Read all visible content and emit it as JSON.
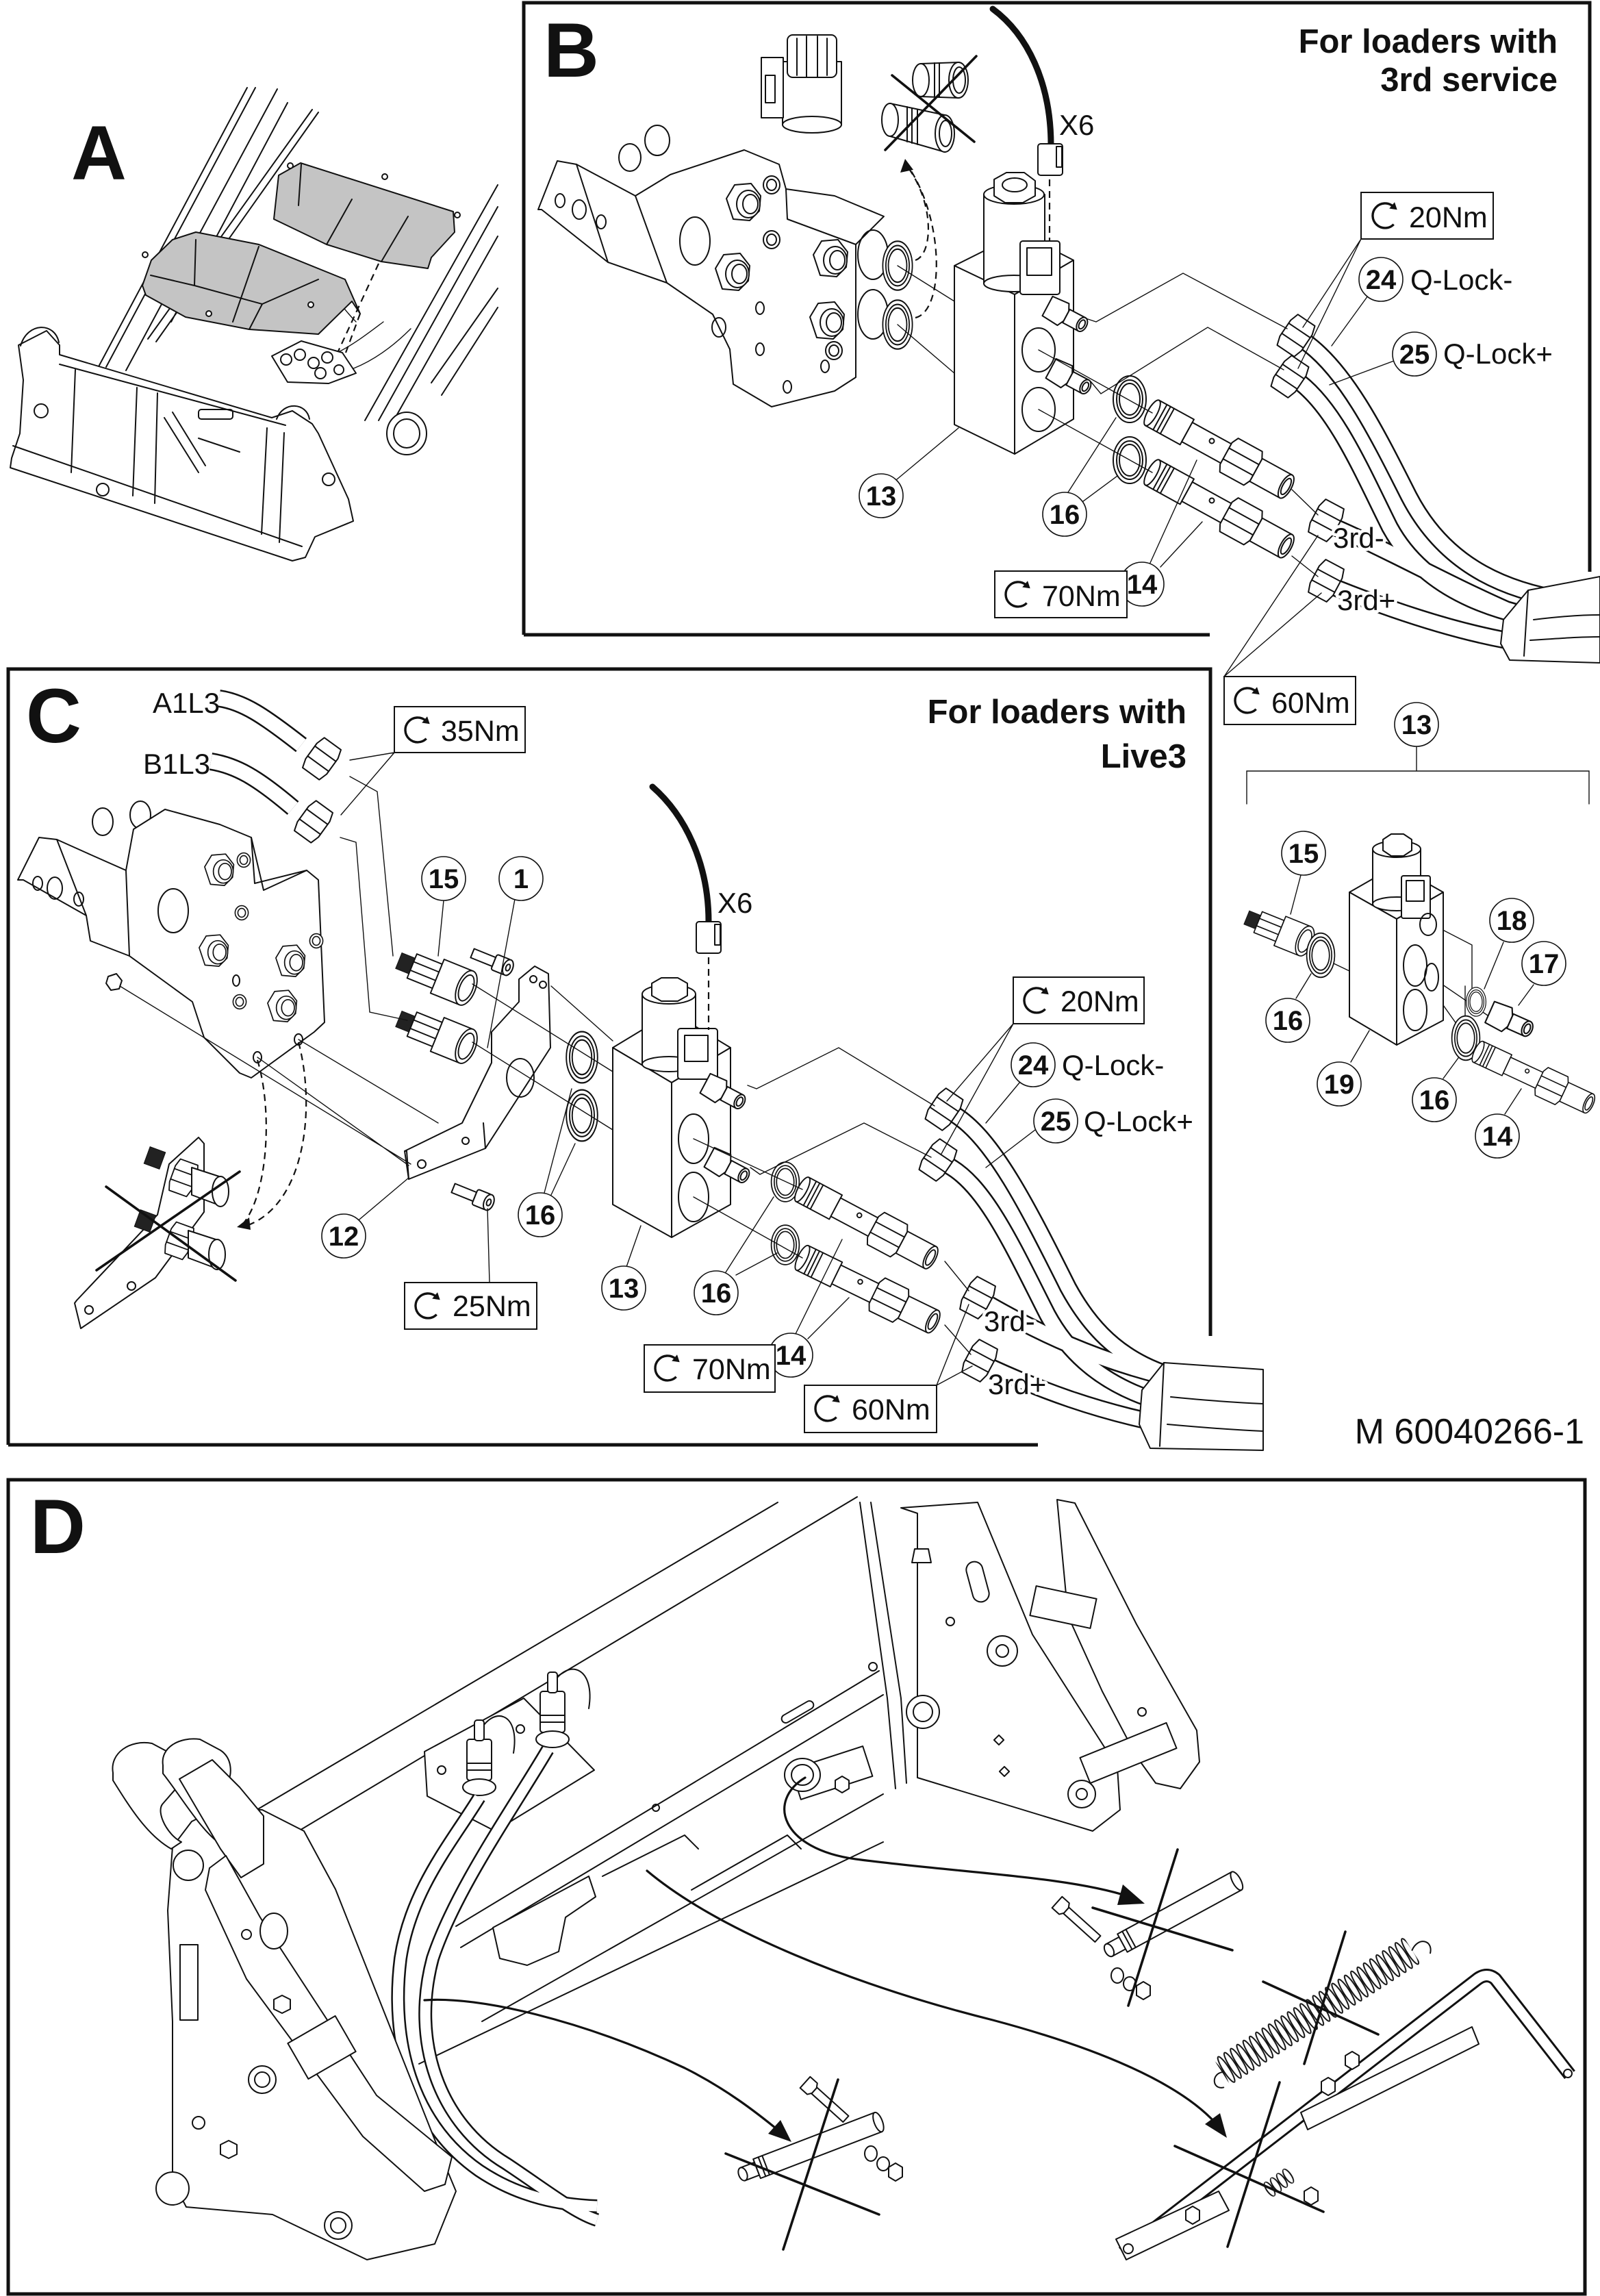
{
  "document_number": "M 60040266-1",
  "panels": {
    "a": {
      "label": "A"
    },
    "b": {
      "label": "B",
      "title": [
        "For loaders with",
        "3rd service"
      ],
      "connector_label": "X6",
      "hose_labels": {
        "q_lock_minus": "Q-Lock-",
        "q_lock_plus": "Q-Lock+",
        "third_minus": "3rd-",
        "third_plus": "3rd+"
      },
      "torque": {
        "q_lock_fittings": "20Nm",
        "adapters": "70Nm",
        "third_service_hoses": "60Nm"
      },
      "callouts": {
        "valve_block": "13",
        "seals": "16",
        "adapters": "14",
        "q_lock_minus": "24",
        "q_lock_plus": "25"
      }
    },
    "valve_block_detail": {
      "assembly": "13",
      "callouts": {
        "adapter": "15",
        "seal_inlet": "16",
        "block_body": "19",
        "seal_outlet": "16",
        "seal_small": "18",
        "fitting": "17",
        "adapter_long": "14"
      }
    },
    "c": {
      "label": "C",
      "title": [
        "For loaders with",
        "Live3"
      ],
      "connector_label": "X6",
      "hose_labels": {
        "a1l3": "A1L3",
        "b1l3": "B1L3",
        "q_lock_minus": "Q-Lock-",
        "q_lock_plus": "Q-Lock+",
        "third_minus": "3rd-",
        "third_plus": "3rd+"
      },
      "torque": {
        "l3_hose_nuts": "35Nm",
        "bracket_screw": "25Nm",
        "q_lock_fittings": "20Nm",
        "adapters": "70Nm",
        "third_service_hoses": "60Nm"
      },
      "callouts": {
        "adapters_l3": "15",
        "screw": "1",
        "bracket": "12",
        "seals_inlet": "16",
        "valve_block": "13",
        "seals_outlet": "16",
        "adapters": "14",
        "q_lock_minus": "24",
        "q_lock_plus": "25"
      }
    },
    "d": {
      "label": "D"
    }
  },
  "icons": {
    "torque": "clockwise-arrow-icon",
    "removed_part": "cross-out-mark"
  }
}
